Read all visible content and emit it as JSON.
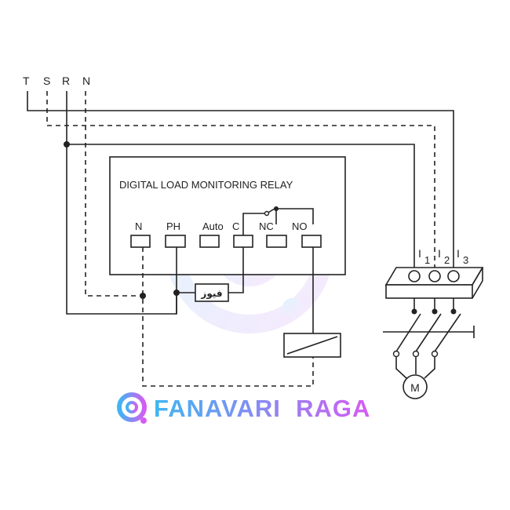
{
  "phases": {
    "t": "T",
    "s": "S",
    "r": "R",
    "n": "N"
  },
  "relay": {
    "title": "DIGITAL LOAD MONITORING RELAY",
    "terminals": {
      "n": "N",
      "ph": "PH",
      "auto": "Auto",
      "c": "C",
      "nc": "NC",
      "no": "NO"
    }
  },
  "fuse": {
    "label": "فیوز"
  },
  "ct": {
    "i1": "I",
    "i1_sub": "1",
    "i2": "I",
    "i2_sub": "2",
    "i3": "I",
    "i3_sub": "3"
  },
  "motor": {
    "label": "M"
  },
  "brand": {
    "text": "FANAVARI  RAGA",
    "color_start": "#3fb6f2",
    "color_end": "#d55cf2"
  }
}
